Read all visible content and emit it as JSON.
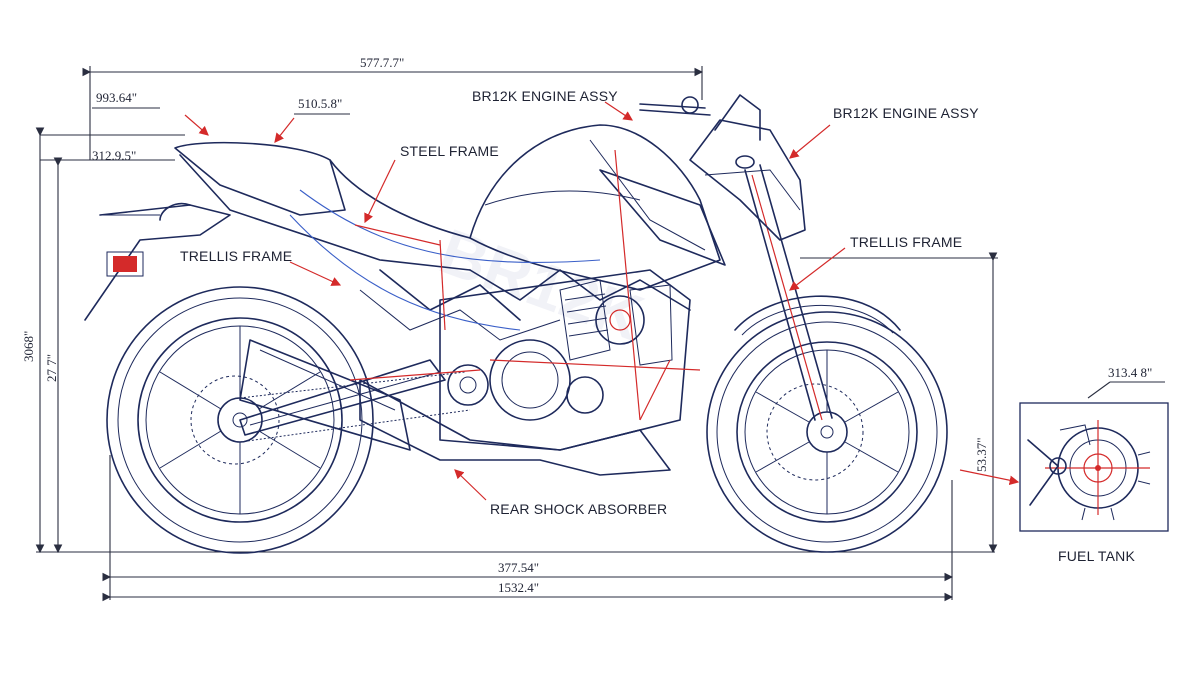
{
  "labels": {
    "engine_left": "BR12K ENGINE ASSY",
    "engine_right": "BR12K ENGINE ASSY",
    "steel_frame": "STEEL FRAME",
    "trellis_left": "TRELLIS FRAME",
    "trellis_right": "TRELLIS FRAME",
    "rear_shock": "REAR SHOCK ABSORBER",
    "fuel_tank": "FUEL TANK"
  },
  "dimensions": {
    "top_overall": "577.7.7\"",
    "seat_height_a": "993.64\"",
    "seat_len": "510.5.8\"",
    "tail_height": "312.9.5\"",
    "left_height_a": "3068\"",
    "left_height_b": "27 7\"",
    "front_wheel": "53.37\"",
    "bottom_a": "377.54\"",
    "bottom_b": "1532.4\"",
    "detail_dim": "313.4 8\""
  },
  "colors": {
    "ink": "#1e2a5c",
    "accent_red": "#d42a2a",
    "paper": "#ffffff"
  }
}
